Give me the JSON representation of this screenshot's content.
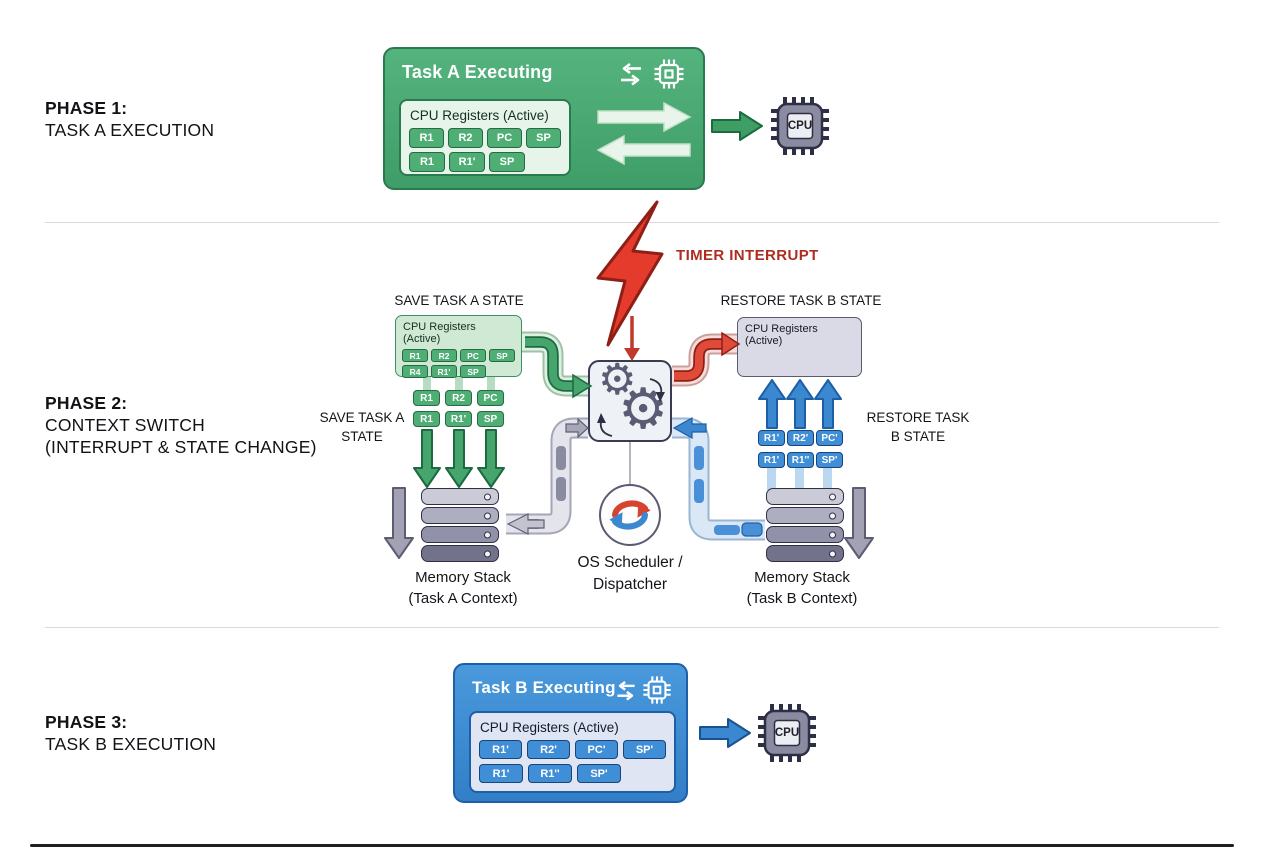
{
  "phase1": {
    "label": [
      "PHASE 1:",
      "TASK A EXECUTION"
    ],
    "box_title": "Task A Executing",
    "registers_title": "CPU Registers (Active)",
    "reg_row1": [
      "R1",
      "R2",
      "PC",
      "SP"
    ],
    "reg_row2": [
      "R1",
      "R1'",
      "SP"
    ],
    "cpu_label": "CPU"
  },
  "phase2": {
    "label": [
      "PHASE 2:",
      "CONTEXT SWITCH",
      "(INTERRUPT & STATE CHANGE)"
    ],
    "timer_interrupt_label": "TIMER INTERRUPT",
    "save_state_title": "SAVE TASK A STATE",
    "restore_state_title": "RESTORE TASK B STATE",
    "save_side_label": [
      "SAVE TASK A",
      "STATE"
    ],
    "restore_side_label": [
      "RESTORE TASK",
      "B STATE"
    ],
    "left_registers_title": "CPU Registers (Active)",
    "left_reg_row1": [
      "R1",
      "R2",
      "PC",
      "SP"
    ],
    "left_reg_row2": [
      "R4",
      "R1'",
      "SP"
    ],
    "left_chip_row1": [
      "R1",
      "R2",
      "PC"
    ],
    "left_chip_row2": [
      "R1",
      "R1'",
      "SP"
    ],
    "right_registers_title": "CPU Registers (Active)",
    "right_chip_row1": [
      "R1'",
      "R2'",
      "PC'"
    ],
    "right_chip_row2": [
      "R1'",
      "R1''",
      "SP'"
    ],
    "memory_stack_a_label": [
      "Memory Stack",
      "(Task A Context)"
    ],
    "memory_stack_b_label": [
      "Memory Stack",
      "(Task B Context)"
    ],
    "scheduler_label": [
      "OS Scheduler /",
      "Dispatcher"
    ]
  },
  "phase3": {
    "label": [
      "PHASE 3:",
      "TASK B EXECUTION"
    ],
    "box_title": "Task B Executing",
    "registers_title": "CPU Registers (Active)",
    "reg_row1": [
      "R1'",
      "R2'",
      "PC'",
      "SP'"
    ],
    "reg_row2": [
      "R1'",
      "R1''",
      "SP'"
    ],
    "cpu_label": "CPU"
  },
  "icons": {
    "swap": "swap-arrows-icon",
    "cpu": "cpu-chip-icon",
    "gears": "gears-icon",
    "cycle": "cycle-icon",
    "bolt": "lightning-bolt-icon",
    "memory": "memory-stack-icon"
  },
  "colors": {
    "green": "#3f9e63",
    "green_panel": "#cfe9d4",
    "blue": "#3b87d0",
    "blue_panel": "#dfe5f2",
    "red": "#d6442f",
    "red_text": "#ad2d22",
    "stack_gray": "#84849a",
    "panel_gray": "#dadae7"
  }
}
